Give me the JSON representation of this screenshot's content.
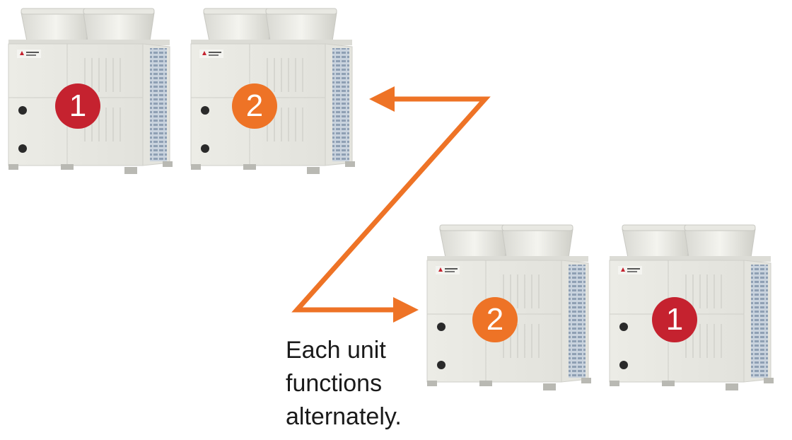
{
  "units": [
    {
      "number": "1",
      "color": "#c5222f"
    },
    {
      "number": "2",
      "color": "#ee7326"
    },
    {
      "number": "2",
      "color": "#ee7326"
    },
    {
      "number": "1",
      "color": "#c5222f"
    }
  ],
  "arrow_color": "#ee7326",
  "caption": {
    "line1": "Each unit",
    "line2": "functions",
    "line3": "alternately."
  }
}
